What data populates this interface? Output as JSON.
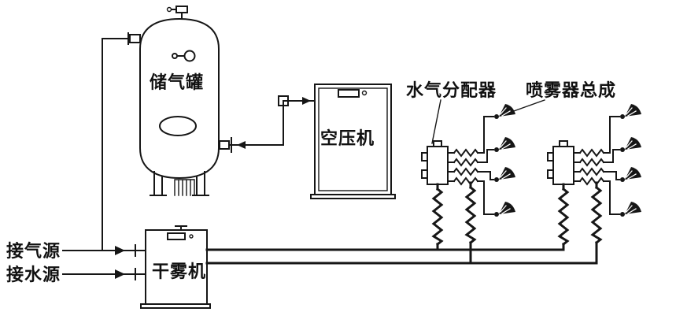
{
  "diagram": {
    "background": "#ffffff",
    "line_color": "#161616",
    "components": {
      "tank_label": "储气罐",
      "compressor_label": "空压机",
      "distributor_label": "水气分配器",
      "sprayer_label": "喷雾器总成",
      "fog_machine_label": "干雾机",
      "air_source_label": "接气源",
      "water_source_label": "接水源"
    }
  }
}
